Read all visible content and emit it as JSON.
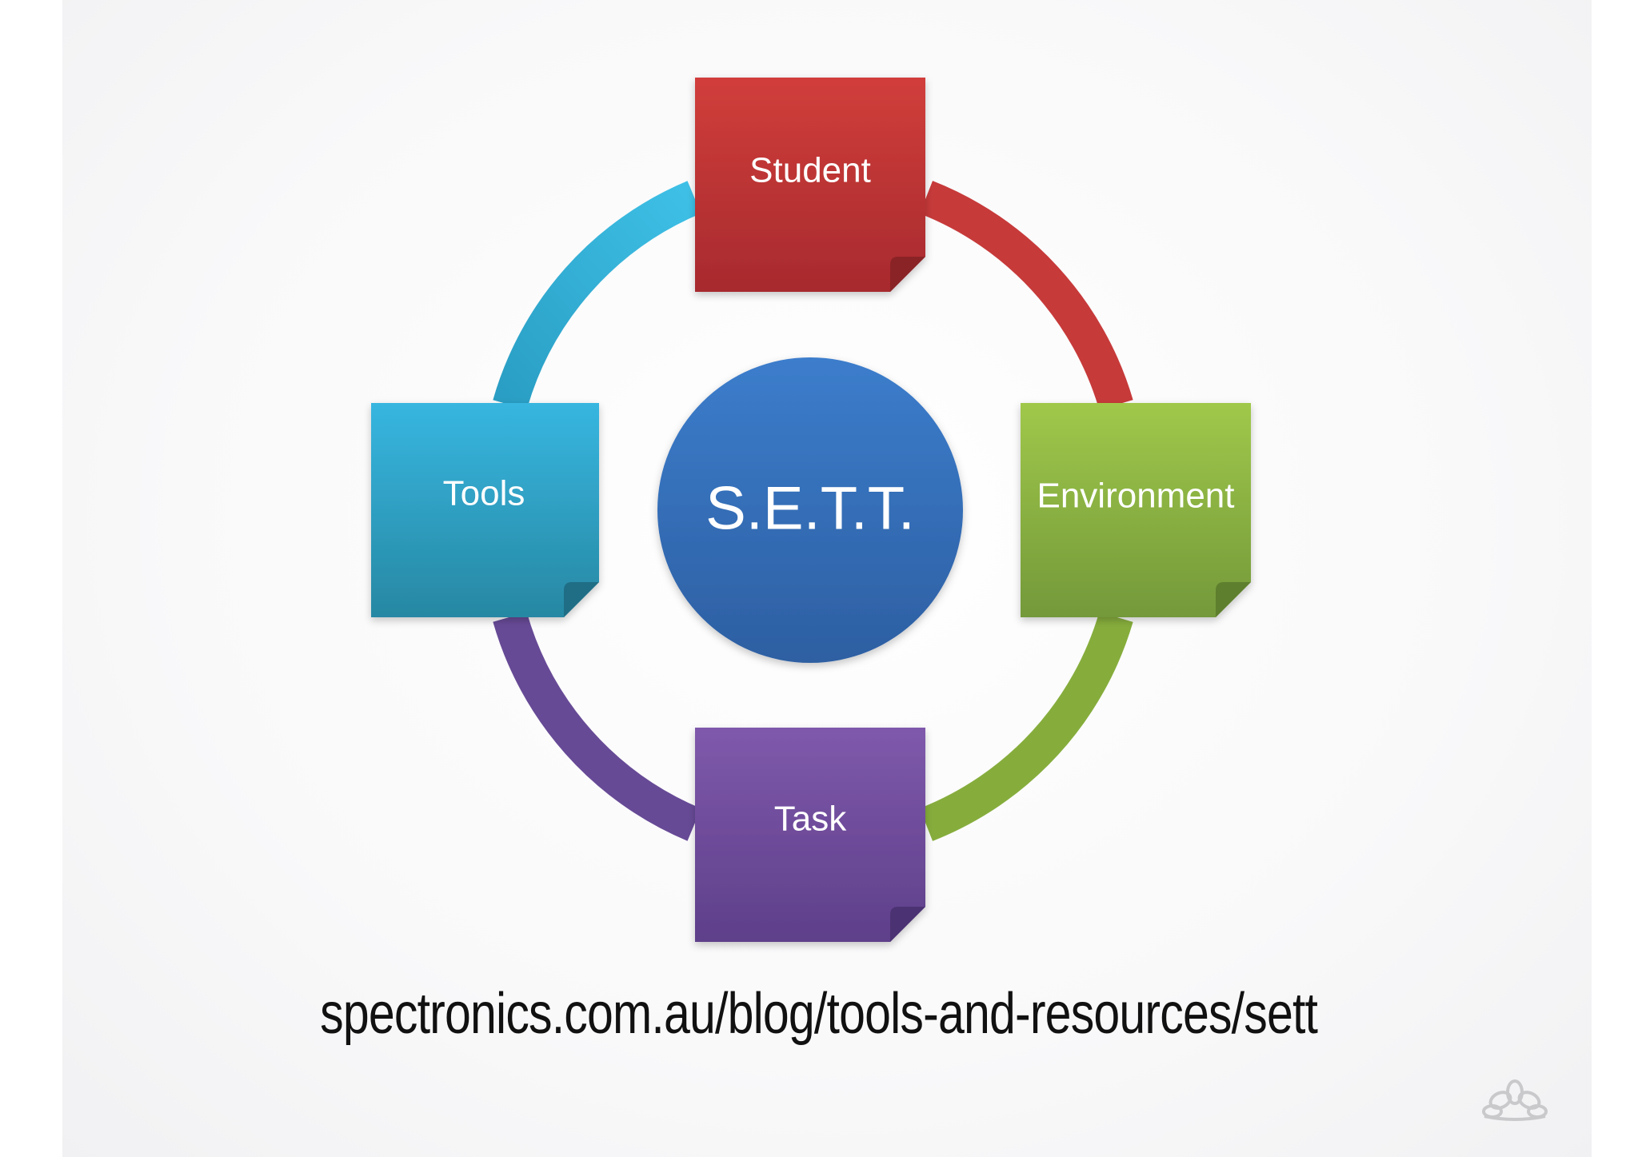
{
  "diagram": {
    "center": {
      "label": "S.E.T.T.",
      "color": "#3a73c0"
    },
    "nodes": [
      {
        "id": "student",
        "label": "Student",
        "color": "#c9383a"
      },
      {
        "id": "environment",
        "label": "Environment",
        "color": "#8cb33c"
      },
      {
        "id": "task",
        "label": "Task",
        "color": "#6e4f9c"
      },
      {
        "id": "tools",
        "label": "Tools",
        "color": "#2fa6cc"
      }
    ],
    "ring_arcs": [
      {
        "from": "student",
        "to": "environment",
        "color": "#c9383a"
      },
      {
        "from": "environment",
        "to": "task",
        "color": "#8cb33c"
      },
      {
        "from": "task",
        "to": "tools",
        "color": "#6e4f9c"
      },
      {
        "from": "tools",
        "to": "student",
        "color": "#2fa6cc"
      }
    ]
  },
  "footer": {
    "url": "spectronics.com.au/blog/tools-and-resources/sett",
    "logo_icon": "flower-logo-icon"
  }
}
